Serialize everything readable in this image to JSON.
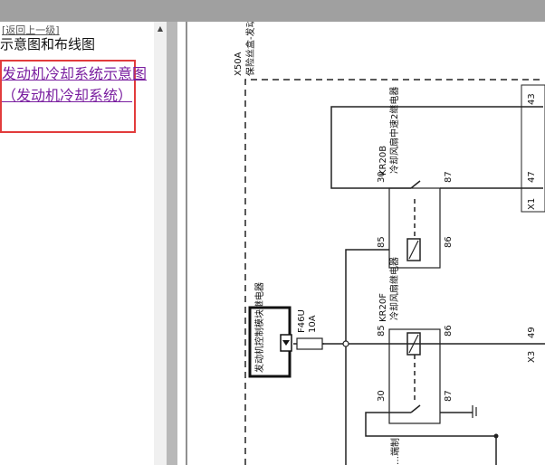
{
  "sidebar": {
    "back_link": "[返回上一级]",
    "section_title": "示意图和布线图",
    "active_link": "发动机冷却系统示意图（发动机冷却系统）"
  },
  "diagram": {
    "fuse_block_id": "X50A",
    "fuse_block_name": "保险丝盒-发动机舱",
    "relay_b_id": "KR20B",
    "relay_b_name": "冷却风扇中速2继电器",
    "relay_f_id": "KR20F",
    "relay_f_name": "冷却风扇继电器",
    "ecm_name": "发动机控制模块继电器",
    "fuse_id": "F46U",
    "fuse_rating": "10A",
    "connector_x1": "X1",
    "connector_x3": "X3",
    "pin_43": "43",
    "pin_47": "47",
    "pin_49": "49",
    "relay_b_pins": {
      "p30": "30",
      "p87": "87",
      "p85": "85",
      "p86": "86"
    },
    "relay_f_pins": {
      "p85": "85",
      "p86": "86",
      "p30": "30",
      "p87": "87"
    },
    "bottom_label": "…端制"
  }
}
